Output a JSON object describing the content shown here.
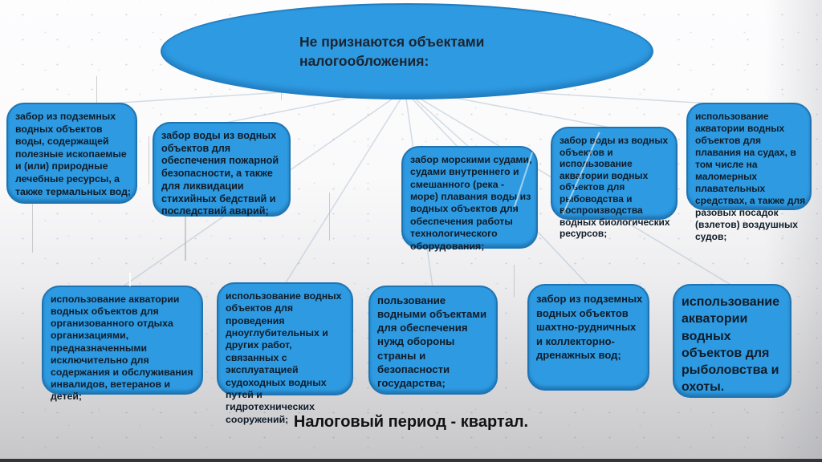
{
  "slide": {
    "title": "Не признаются объектами налогообложения:",
    "footer": "Налоговый период - квартал.",
    "exemptions_top": [
      "забор из подземных водных объектов воды, содержащей полезные ископаемые и (или) природные лечебные ресурсы, а также термальных вод;",
      "забор воды из водных объектов для обеспечения пожарной безопасности, а также для ликвидации стихийных бедствий и последствий аварий;",
      "забор морскими судами, судами внутреннего и смешанного (река - море) плавания воды из водных объектов для обеспечения работы технологического оборудования;",
      "забор воды из водных объектов и использование акватории водных объектов для рыбоводства и воспроизводства водных биологических ресурсов;",
      "использование акватории водных объектов для плавания на судах, в том числе на маломерных плавательных средствах, а также для разовых посадок (взлетов) воздушных судов;"
    ],
    "exemptions_bottom": [
      "использование акватории водных объектов для организованного отдыха организациями, предназначенными исключительно для содержания и обслуживания инвалидов, ветеранов и детей;",
      "использование водных объектов для проведения дноуглубительных и других работ, связанных с эксплуатацией судоходных водных путей и гидротехнических сооружений;",
      "пользование водными объектами для обеспечения нужд обороны страны и безопасности государства;",
      "забор из подземных водных объектов шахтно-рудничных и коллекторно-дренажных вод;",
      "использование акватории водных объектов для рыболовства и охоты."
    ],
    "colors": {
      "shape_fill": "#2E9AE1",
      "shape_border": "#1E74B2",
      "shape_text": "#0F1C29",
      "title_text": "#1A2430",
      "footer_text": "#121212",
      "background_top": "#FDFDFE",
      "background_bottom": "#C6C6C9",
      "bottom_line": "#333539"
    }
  }
}
